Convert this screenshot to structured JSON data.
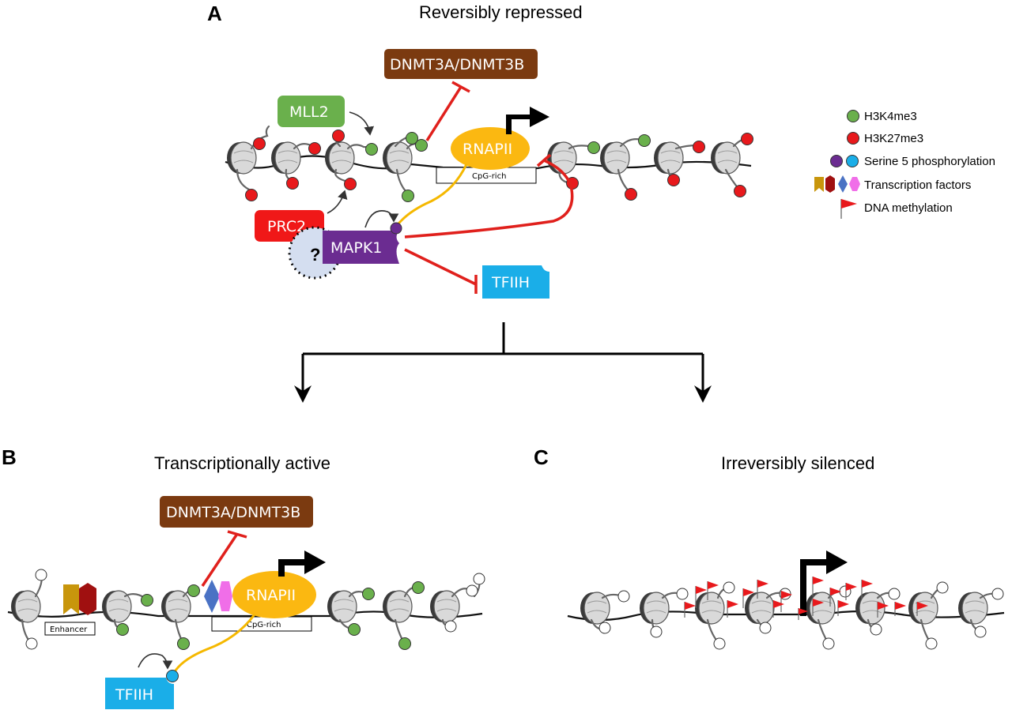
{
  "panels": {
    "a": {
      "letter": "A",
      "title": "Reversibly repressed",
      "dnmt": "DNMT3A/DNMT3B",
      "mll2": "MLL2",
      "prc2": "PRC2",
      "mapk1": "MAPK1",
      "question": "?",
      "rnapii": "RNAPII",
      "cpg": "CpG-rich",
      "tfiih": "TFIIH"
    },
    "b": {
      "letter": "B",
      "title": "Transcriptionally active",
      "dnmt": "DNMT3A/DNMT3B",
      "rnapii": "RNAPII",
      "cpg": "CpG-rich",
      "enhancer": "Enhancer",
      "tfiih": "TFIIH"
    },
    "c": {
      "letter": "C",
      "title": "Irreversibly silenced"
    }
  },
  "legend": {
    "h3k4me3": "H3K4me3",
    "h3k27me3": "H3K27me3",
    "ser5": "Serine 5 phosphorylation",
    "tf": "Transcription factors",
    "dna_methylation": "DNA methylation"
  },
  "colors": {
    "h3k4me3": "#6ab04c",
    "h3k27me3": "#e8191c",
    "dnmt": "#7b3a10",
    "mll2": "#6ab04c",
    "prc2": "#f01818",
    "mapk1": "#6b2c91",
    "rnapii": "#fbb811",
    "tfiih": "#1aaee8",
    "ser5_purple": "#6b2c91",
    "ser5_blue": "#1aaee8",
    "tf_gold": "#c8960c",
    "tf_darkred": "#a01010",
    "tf_blue": "#4a72c4",
    "tf_pink": "#f06ee8",
    "methyl_flag": "#e8191c"
  }
}
